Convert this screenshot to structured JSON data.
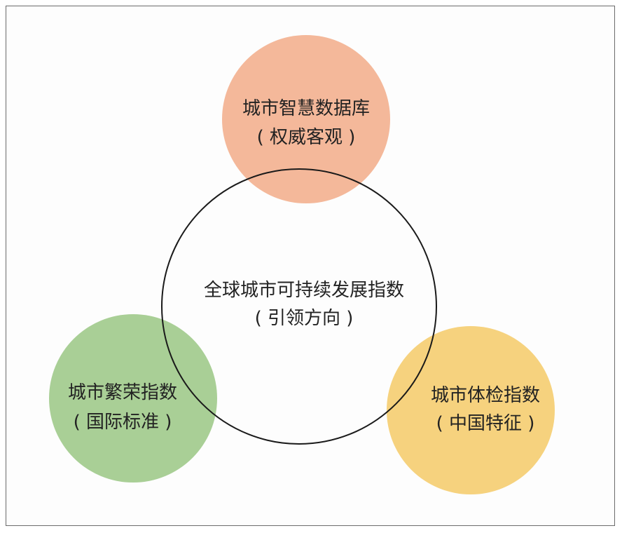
{
  "diagram": {
    "center": {
      "title": "全球城市可持续发展指数",
      "subtitle": "( 引领方向 )"
    },
    "top": {
      "title": "城市智慧数据库",
      "subtitle": "( 权威客观 )",
      "color": "#f4b89a"
    },
    "left": {
      "title": "城市繁荣指数",
      "subtitle": "( 国际标准 )",
      "color": "#a9cf96"
    },
    "right": {
      "title": "城市体检指数",
      "subtitle": "( 中国特征 )",
      "color": "#f6d27e"
    }
  }
}
